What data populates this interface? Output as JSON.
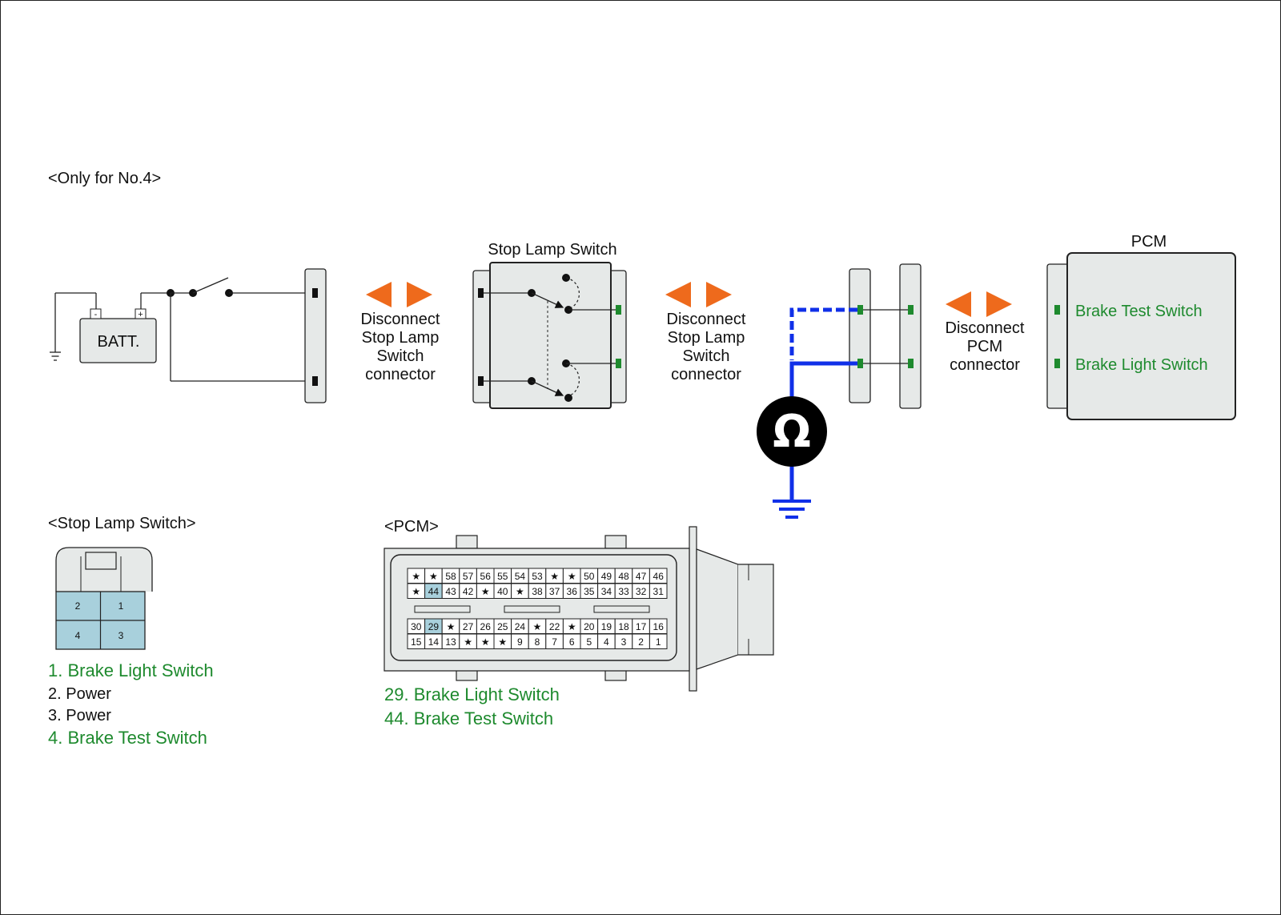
{
  "colors": {
    "panel_fill": "#e6e9e8",
    "outline": "#222222",
    "green_text": "#1e8a2e",
    "green_pin": "#1e8a2e",
    "orange_arrow": "#ee6a1c",
    "blue_wire": "#1030e8",
    "pin_highlight": "#a8d0dc"
  },
  "header_note": "<Only for No.4>",
  "battery": {
    "label": "BATT.",
    "neg": "-",
    "pos": "+"
  },
  "stop_lamp_switch": {
    "title": "Stop Lamp Switch"
  },
  "disconnect_1": {
    "line1": "Disconnect",
    "line2": "Stop Lamp",
    "line3": "Switch",
    "line4": "connector"
  },
  "disconnect_2": {
    "line1": "Disconnect",
    "line2": "Stop Lamp",
    "line3": "Switch",
    "line4": "connector"
  },
  "disconnect_3": {
    "line1": "Disconnect",
    "line2": "PCM",
    "line3": "connector"
  },
  "pcm": {
    "title": "PCM",
    "brake_test_label": "Brake Test Switch",
    "brake_light_label": "Brake Light Switch"
  },
  "ohmmeter": {
    "symbol": "Ω",
    "icon": "ohmmeter-icon"
  },
  "slsw_connector": {
    "title": "<Stop Lamp Switch>",
    "pins": [
      "2",
      "1",
      "4",
      "3"
    ],
    "legend": [
      {
        "text": "1. Brake Light Switch",
        "highlight": true
      },
      {
        "text": "2. Power",
        "highlight": false
      },
      {
        "text": "3. Power",
        "highlight": false
      },
      {
        "text": "4. Brake Test Switch",
        "highlight": true
      }
    ]
  },
  "pcm_connector": {
    "title": "<PCM>",
    "row1": [
      "★",
      "★",
      "58",
      "57",
      "56",
      "55",
      "54",
      "53",
      "★",
      "★",
      "50",
      "49",
      "48",
      "47",
      "46"
    ],
    "row2": [
      "★",
      "44",
      "43",
      "42",
      "★",
      "40",
      "★",
      "38",
      "37",
      "36",
      "35",
      "34",
      "33",
      "32",
      "31"
    ],
    "row3": [
      "30",
      "29",
      "★",
      "27",
      "26",
      "25",
      "24",
      "★",
      "22",
      "★",
      "20",
      "19",
      "18",
      "17",
      "16"
    ],
    "row4": [
      "15",
      "14",
      "13",
      "★",
      "★",
      "★",
      "9",
      "8",
      "7",
      "6",
      "5",
      "4",
      "3",
      "2",
      "1"
    ],
    "highlighted_pins": [
      "44",
      "29"
    ],
    "legend": [
      {
        "text": "29. Brake Light Switch"
      },
      {
        "text": "44. Brake Test Switch"
      }
    ]
  }
}
